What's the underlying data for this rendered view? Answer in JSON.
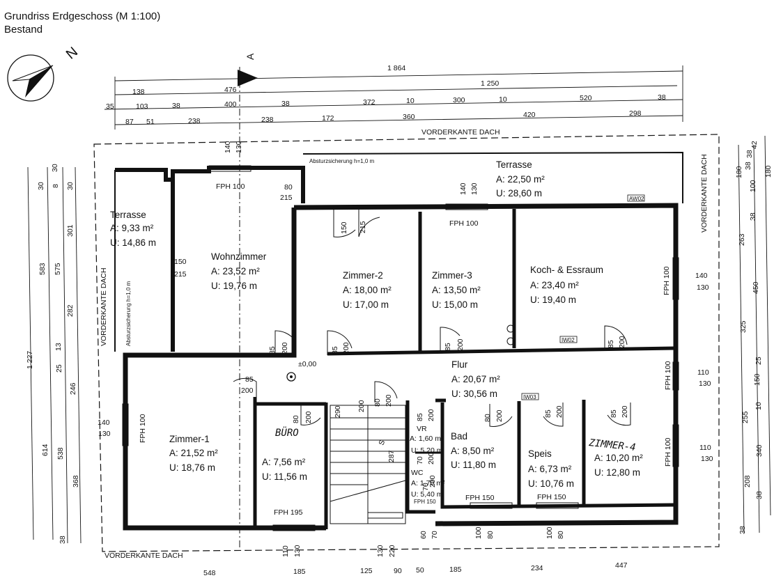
{
  "header": {
    "title": "Grundriss Erdgeschoss (M 1:100)",
    "subtitle": "Bestand"
  },
  "north_label": "N",
  "section_marker": "A",
  "rooms": [
    {
      "name": "Terrasse",
      "area": "A: 22,50 m²",
      "perimeter": "U: 28,60 m"
    },
    {
      "name": "Terrasse",
      "area": "A: 9,33 m²",
      "perimeter": "U: 14,86 m"
    },
    {
      "name": "Wohnzimmer",
      "area": "A: 23,52 m²",
      "perimeter": "U: 19,76 m"
    },
    {
      "name": "Zimmer-2",
      "area": "A: 18,00 m²",
      "perimeter": "U: 17,00 m"
    },
    {
      "name": "Zimmer-3",
      "area": "A: 13,50 m²",
      "perimeter": "U: 15,00 m"
    },
    {
      "name": "Koch- & Essraum",
      "area": "A: 23,40 m²",
      "perimeter": "U: 19,40 m"
    },
    {
      "name": "Flur",
      "area": "A: 20,67 m²",
      "perimeter": "U: 30,56 m"
    },
    {
      "name": "Zimmer-1",
      "area": "A: 21,52 m²",
      "perimeter": "U: 18,76 m"
    },
    {
      "name": "",
      "area": "A: 7,56 m²",
      "perimeter": "U: 11,56 m"
    },
    {
      "name": "Bad",
      "area": "A: 8,50 m²",
      "perimeter": "U: 11,80 m"
    },
    {
      "name": "Speis",
      "area": "A: 6,73 m²",
      "perimeter": "U: 10,76 m"
    },
    {
      "name": "",
      "area": "A: 10,20 m²",
      "perimeter": "U: 12,80 m"
    },
    {
      "name": "VR",
      "area": "A: 1,60 m²",
      "perimeter": "U: 5,20 m"
    },
    {
      "name": "WC",
      "area": "A: 1,70 m²",
      "perimeter": "U: 5,40 m"
    }
  ],
  "handwritten": [
    "ZIMMER-4",
    "BÜRO"
  ],
  "notes": {
    "roof_edge": "VORDERKANTE DACH",
    "fall_protection": "Absturzsicherung h=1,0 m",
    "level": "±0,00"
  },
  "window_tags": [
    "AW02",
    "IW02",
    "IW03"
  ],
  "windows": [
    "FPH 100",
    "FPH 100",
    "FPH 100",
    "FPH 100",
    "FPH 100",
    "FPH 100",
    "FPH 150",
    "FPH 150",
    "FPH 150",
    "FPH 195"
  ],
  "top_dims": {
    "row1": [
      "1 864"
    ],
    "row2": [
      "138",
      "476",
      "1 250"
    ],
    "row3": [
      "35",
      "103",
      "38",
      "400",
      "38",
      "372",
      "10",
      "300",
      "10",
      "520",
      "38"
    ],
    "row4": [
      "87",
      "51",
      "238",
      "238",
      "172",
      "360",
      "420",
      "298"
    ]
  },
  "left_dims": {
    "outer": [
      "1 227"
    ],
    "col2": [
      "583",
      "614"
    ],
    "col3": [
      "30",
      "575",
      "13",
      "25",
      "538",
      "38"
    ],
    "col4": [
      "8",
      "30",
      "301",
      "282",
      "246",
      "368"
    ],
    "col5": [
      "30"
    ]
  },
  "right_dims": {
    "col1": [
      "180",
      "263",
      "325",
      "255",
      "208",
      "38"
    ],
    "col2": [
      "38",
      "450",
      "150",
      "340"
    ],
    "col3": [
      "100",
      "38",
      "25",
      "10",
      "38"
    ],
    "col4": [
      "42",
      "38",
      "180"
    ]
  },
  "bottom_dims": [
    "548",
    "185",
    "125",
    "90",
    "50",
    "185",
    "234",
    "447"
  ],
  "opening_dims": [
    "140",
    "130",
    "80",
    "215",
    "150",
    "215",
    "140",
    "130",
    "150",
    "215",
    "140",
    "130",
    "85",
    "200",
    "85",
    "200",
    "85",
    "200",
    "85",
    "200",
    "85",
    "200",
    "80",
    "200",
    "80",
    "200",
    "80",
    "200",
    "85",
    "200",
    "85",
    "200",
    "85",
    "200",
    "70",
    "200",
    "70",
    "200",
    "110",
    "130",
    "110",
    "130",
    "140",
    "130",
    "110",
    "130",
    "60",
    "70",
    "100",
    "80",
    "100",
    "80",
    "130",
    "220",
    "S",
    "287",
    "290",
    "200"
  ]
}
